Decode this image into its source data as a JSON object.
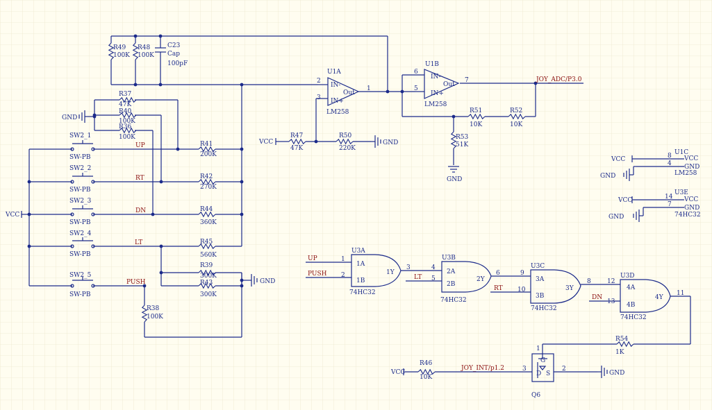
{
  "resistors": [
    {
      "ref": "R49",
      "value": "100K"
    },
    {
      "ref": "R48",
      "value": "100K"
    },
    {
      "ref": "R37",
      "value": "47K"
    },
    {
      "ref": "R40",
      "value": "100K"
    },
    {
      "ref": "R36",
      "value": "100K"
    },
    {
      "ref": "R41",
      "value": "200K"
    },
    {
      "ref": "R42",
      "value": "270K"
    },
    {
      "ref": "R44",
      "value": "360K"
    },
    {
      "ref": "R45",
      "value": "560K"
    },
    {
      "ref": "R39",
      "value": "300K"
    },
    {
      "ref": "R43",
      "value": "300K"
    },
    {
      "ref": "R38",
      "value": "100K"
    },
    {
      "ref": "R47",
      "value": "47K"
    },
    {
      "ref": "R50",
      "value": "220K"
    },
    {
      "ref": "R51",
      "value": "10K"
    },
    {
      "ref": "R52",
      "value": "10K"
    },
    {
      "ref": "R53",
      "value": "51K"
    },
    {
      "ref": "R54",
      "value": "1K"
    },
    {
      "ref": "R46",
      "value": "10K"
    }
  ],
  "capacitor": {
    "ref": "C23",
    "type": "Cap",
    "value": "100pF"
  },
  "switches": [
    {
      "ref": "SW2_1",
      "type": "SW-PB"
    },
    {
      "ref": "SW2_2",
      "type": "SW-PB"
    },
    {
      "ref": "SW2_3",
      "type": "SW-PB"
    },
    {
      "ref": "SW2_4",
      "type": "SW-PB"
    },
    {
      "ref": "SW2_5",
      "type": "SW-PB"
    }
  ],
  "opamps": [
    {
      "ref": "U1A",
      "type": "LM258",
      "in_minus": "IN-",
      "in_plus": "IN+",
      "out": "Out",
      "pin_minus": "2",
      "pin_plus": "3",
      "pin_out": "1"
    },
    {
      "ref": "U1B",
      "type": "LM258",
      "in_minus": "IN-",
      "in_plus": "IN+",
      "out": "Out",
      "pin_minus": "6",
      "pin_plus": "5",
      "pin_out": "7"
    }
  ],
  "power_units": [
    {
      "ref": "U1C",
      "type": "LM258",
      "vcc_label": "VCC",
      "gnd_label": "GND",
      "pin_vcc": "8",
      "pin_gnd": "4"
    },
    {
      "ref": "U3E",
      "type": "74HC32",
      "vcc_label": "VCC",
      "gnd_label": "GND",
      "pin_vcc": "14",
      "pin_gnd": "7"
    }
  ],
  "gates": [
    {
      "ref": "U3A",
      "type": "74HC32",
      "a": "1A",
      "b": "1B",
      "y": "1Y",
      "pin_a": "1",
      "pin_b": "2",
      "pin_y": "3"
    },
    {
      "ref": "U3B",
      "type": "74HC32",
      "a": "2A",
      "b": "2B",
      "y": "2Y",
      "pin_a": "4",
      "pin_b": "5",
      "pin_y": "6"
    },
    {
      "ref": "U3C",
      "type": "74HC32",
      "a": "3A",
      "b": "3B",
      "y": "3Y",
      "pin_a": "9",
      "pin_b": "10",
      "pin_y": "8"
    },
    {
      "ref": "U3D",
      "type": "74HC32",
      "a": "4A",
      "b": "4B",
      "y": "4Y",
      "pin_a": "12",
      "pin_b": "13",
      "pin_y": "11"
    }
  ],
  "transistor": {
    "ref": "Q6",
    "pin_g": "1",
    "pin_d": "3",
    "pin_s": "2",
    "d_label": "D",
    "s_label": "S",
    "g_label": "G"
  },
  "nets": {
    "up": "UP",
    "rt": "RT",
    "dn": "DN",
    "lt": "LT",
    "push": "PUSH",
    "joy_adc": "JOY_ADC/P3.0",
    "joy_int": "JOY_INT/p1.2"
  },
  "power": {
    "vcc": "VCC",
    "gnd": "GND"
  }
}
